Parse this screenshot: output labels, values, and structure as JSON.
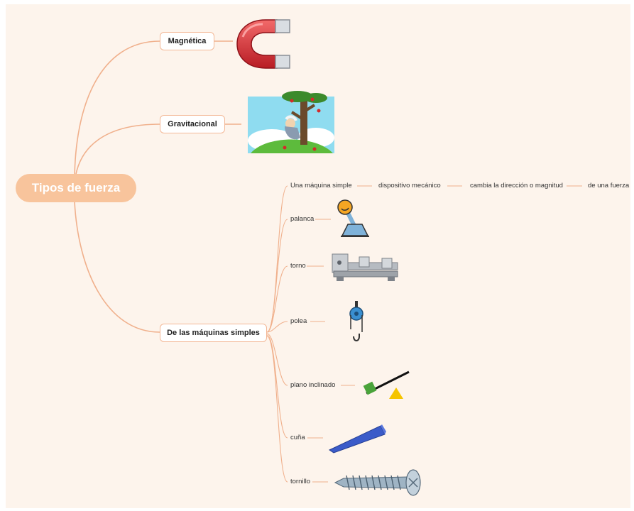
{
  "root": "Tipos de fuerza",
  "branches": {
    "magnetica": "Magnética",
    "gravitacional": "Gravitacional",
    "maquinas": "De las máquinas simples"
  },
  "definition": [
    "Una máquina simple",
    "dispositivo mecánico",
    "cambia la dirección o magnitud",
    "de una fuerza"
  ],
  "machines": {
    "palanca": "palanca",
    "torno": "torno",
    "polea": "polea",
    "plano": "plano inclinado",
    "cuna": "cuña",
    "tornillo": "tornillo"
  },
  "colors": {
    "line": "#f0b08c",
    "root": "#f8c49c",
    "background": "#fdf4ec"
  },
  "icons": {
    "magnet": "magnet-icon",
    "newton": "newton-apple-tree-picture",
    "lever": "lever-icon",
    "lathe": "lathe-machine-picture",
    "pulley": "pulley-icon",
    "incline": "inclined-plane-icon",
    "wedge": "wedge-picture",
    "screw": "screw-picture"
  }
}
